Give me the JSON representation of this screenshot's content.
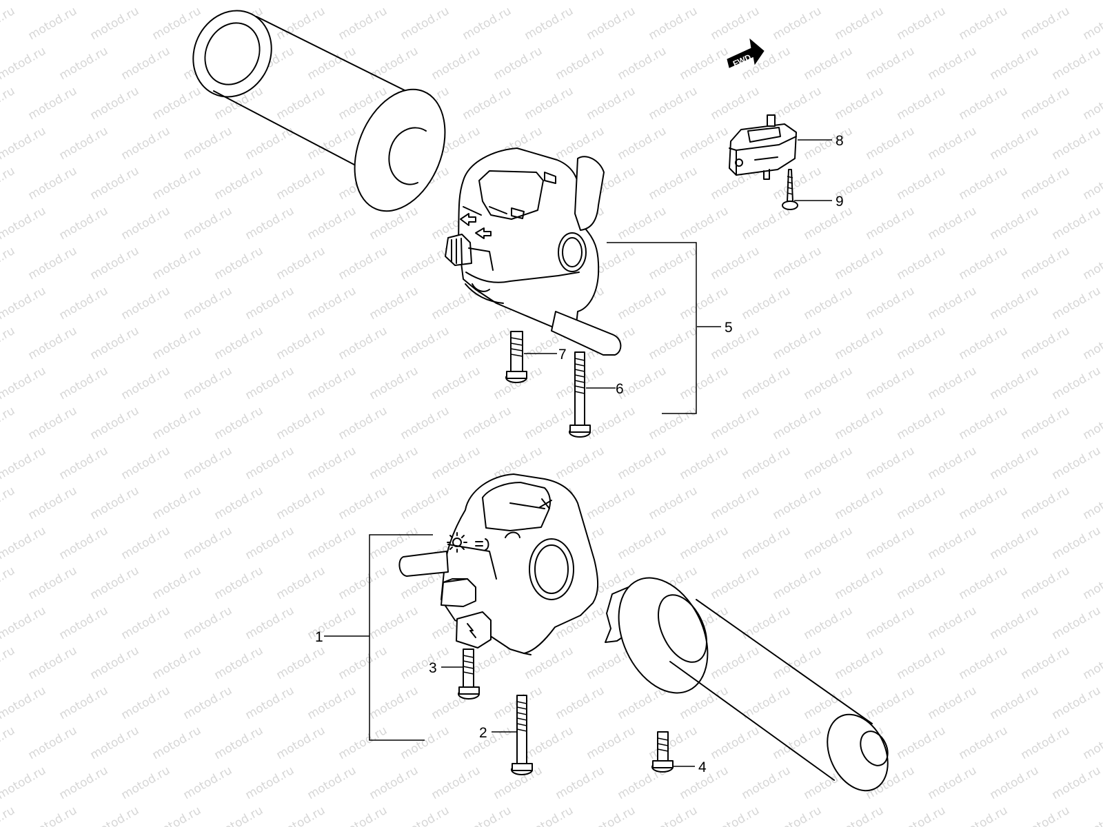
{
  "watermark": "motod.ru",
  "fwd_label": "FWD",
  "callouts": [
    "1",
    "2",
    "3",
    "4",
    "5",
    "6",
    "7",
    "8",
    "9"
  ],
  "colors": {
    "line": "#000000",
    "background": "#ffffff",
    "watermark": "#d6d6d6"
  }
}
